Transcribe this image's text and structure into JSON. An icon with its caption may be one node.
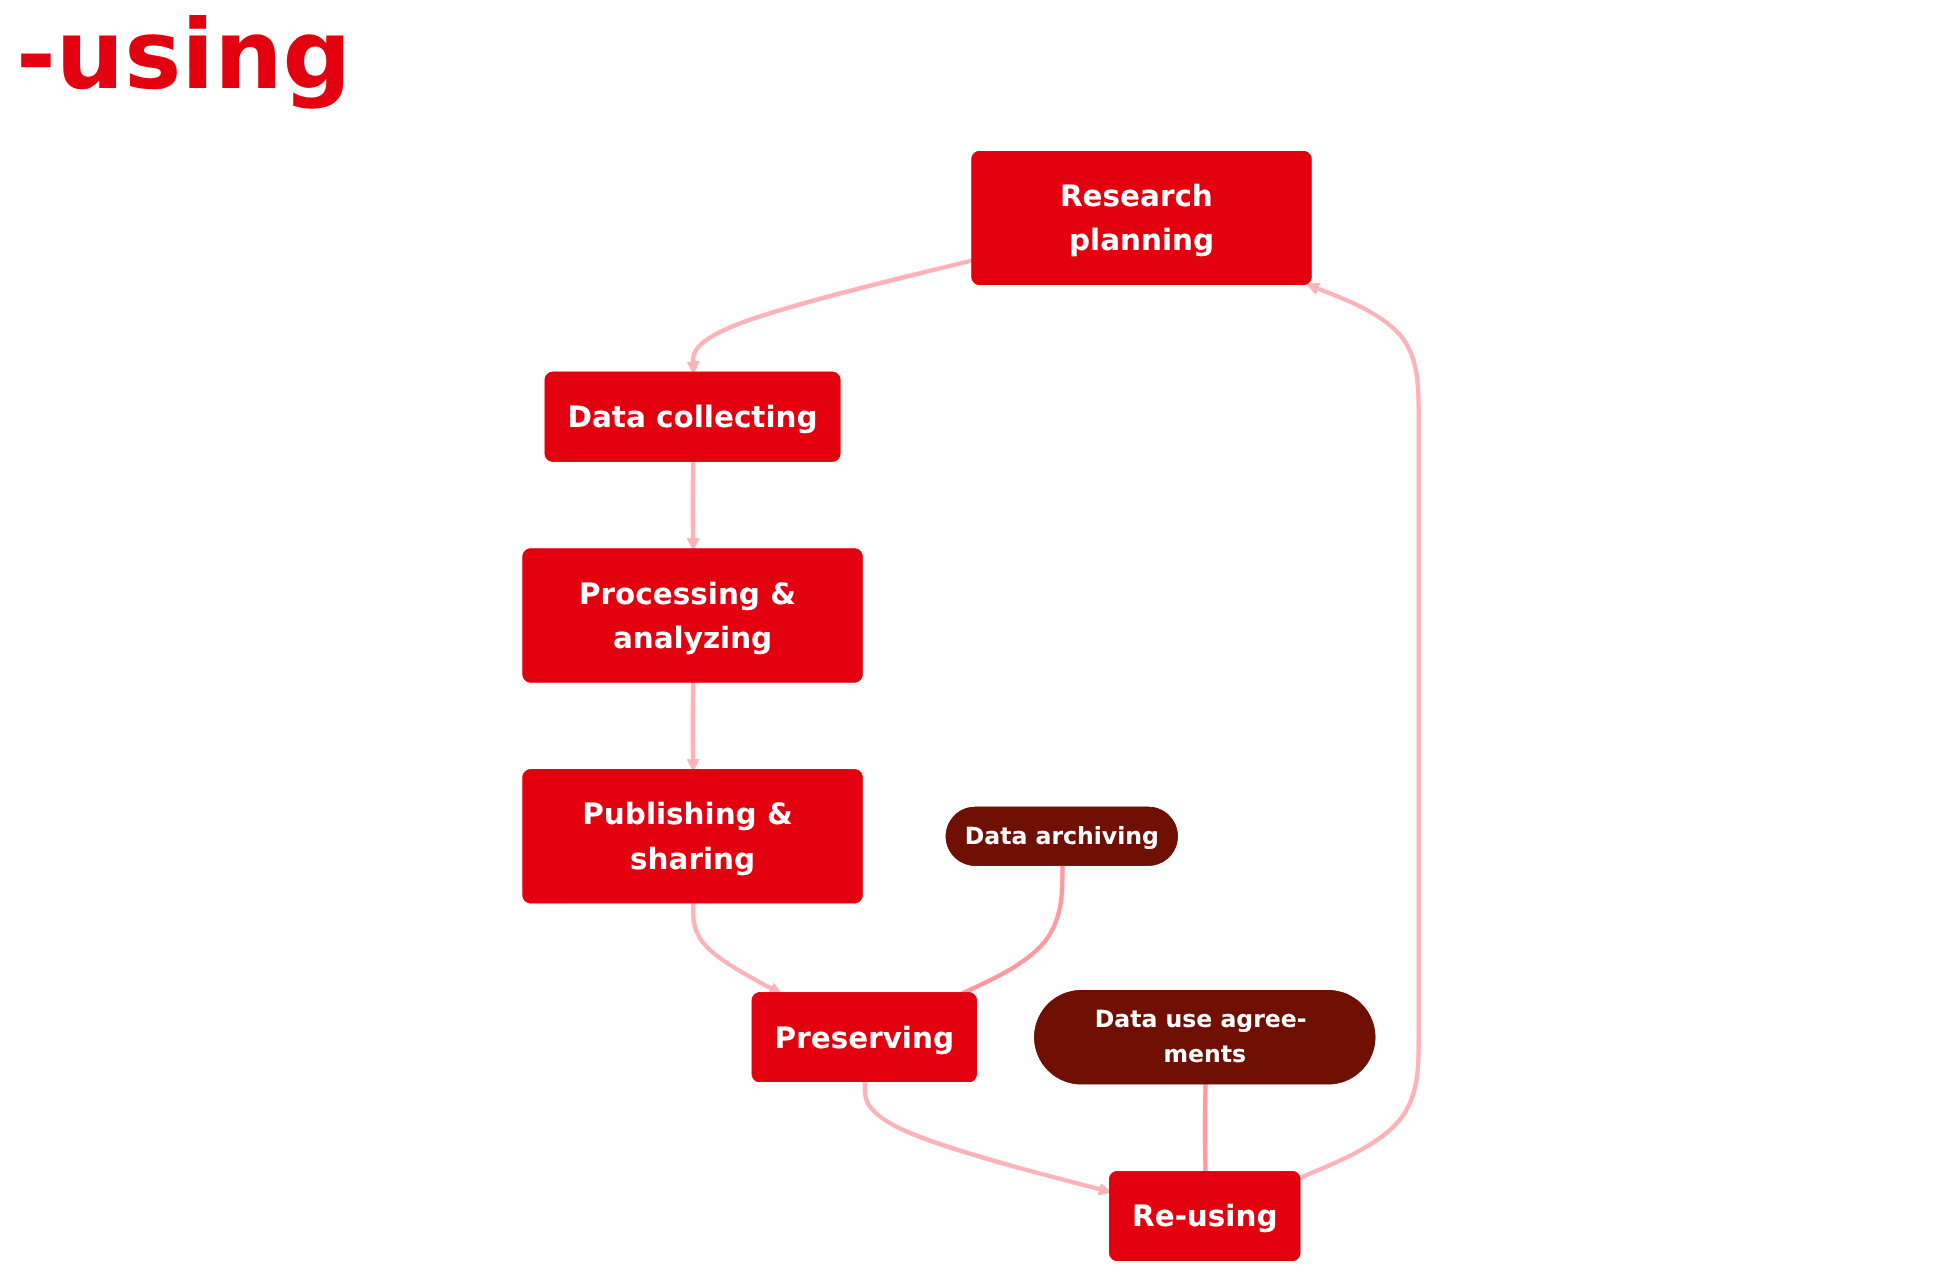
{
  "diagram": {
    "title": "-using",
    "nodes": [
      {
        "text": [
          "Research planning"
        ]
      },
      {
        "text": [
          "Data collecting"
        ]
      },
      {
        "text": [
          "Processing & analyzing"
        ]
      },
      {
        "text": [
          "Publishing & sharing"
        ]
      },
      {
        "text": [
          "Preserving"
        ]
      },
      {
        "text": [
          "Re-using"
        ]
      },
      {
        "text": [
          "Data use agree- ments"
        ]
      },
      {
        "text": [
          "Data archiving"
        ]
      }
    ],
    "edges": [
      {
        "from": 0,
        "to": 1,
        "arrow": "to"
      },
      {
        "from": 1,
        "to": 2,
        "arrow": "to"
      },
      {
        "from": 2,
        "to": 3,
        "arrow": "to"
      },
      {
        "from": 3,
        "to": 4,
        "arrow": "to"
      },
      {
        "from": 4,
        "to": 5,
        "arrow": "to"
      },
      {
        "from": 5,
        "to": 0,
        "arrow": "to"
      },
      {
        "from": 6,
        "to": 5,
        "arrow": "none",
        "color": "#ff9aa2"
      },
      {
        "from": 7,
        "to": 4,
        "arrow": "none",
        "color": "#ff9aa2"
      }
    ]
  }
}
